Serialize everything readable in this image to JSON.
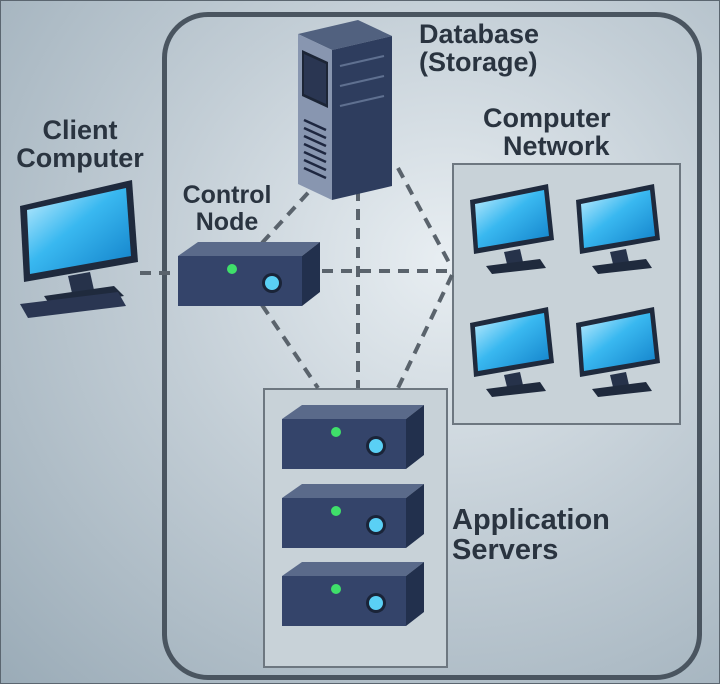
{
  "labels": {
    "database": [
      "Database",
      "(Storage)"
    ],
    "network": [
      "Computer",
      "Network"
    ],
    "client": [
      "Client",
      "Computer"
    ],
    "control": [
      "Control",
      "Node"
    ],
    "app_servers": [
      "Application",
      "Servers"
    ]
  },
  "icons": {
    "database": "tower-server-icon",
    "client": "monitor-icon",
    "control_node": "server-box-icon",
    "network_monitors": [
      "monitor-icon",
      "monitor-icon",
      "monitor-icon",
      "monitor-icon"
    ],
    "app_servers": [
      "server-box-icon",
      "server-box-icon",
      "server-box-icon"
    ]
  },
  "colors": {
    "background": "#c3ced6",
    "cluster_border": "#4a5560",
    "panel": "#c8d2d8",
    "server_body": "#2b3a5c",
    "screen": "#2fb6f2",
    "led": "#3fe06a",
    "knob": "#5ad0f5",
    "link": "#5a636c",
    "text": "#2a3440"
  }
}
